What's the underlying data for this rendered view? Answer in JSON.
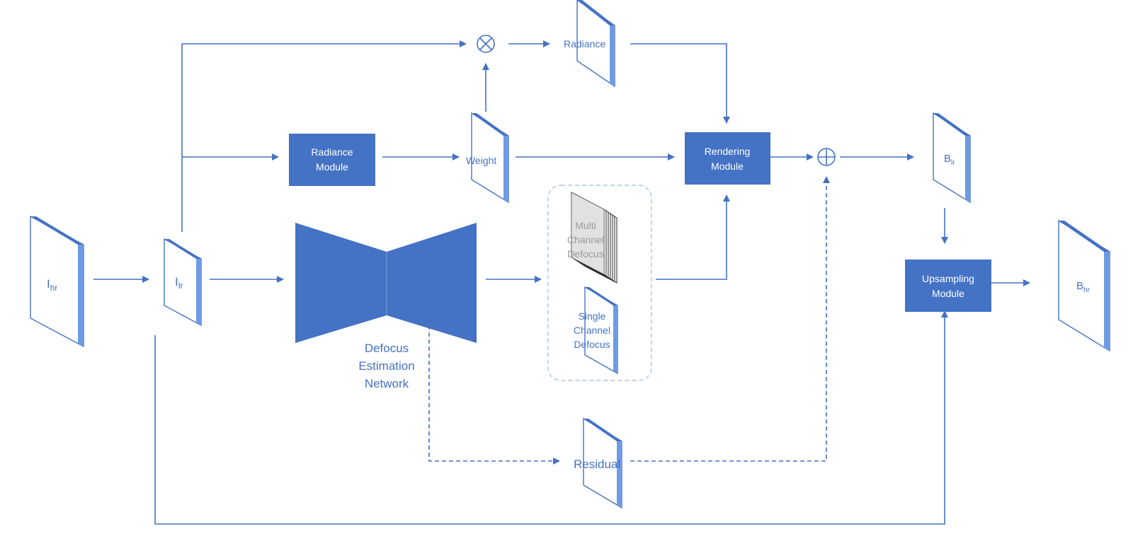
{
  "colors": {
    "accent": "#4472c4",
    "accent_side": "#6f9ae3",
    "dashed_border": "#a9c2ea",
    "stack_gray": "#9a9a9a"
  },
  "labels": {
    "i_hr_main": "I",
    "i_hr_sub": "hr",
    "i_lr_main": "I",
    "i_lr_sub": "lr",
    "radiance_top": "Radiance",
    "weight": "Weight",
    "radiance_module": [
      "Radiance",
      "Module"
    ],
    "rendering_module": [
      "Rendering",
      "Module"
    ],
    "upsampling_module": [
      "Upsampling",
      "Module"
    ],
    "b_lr_main": "B",
    "b_lr_sub": "lr",
    "b_hr_main": "B",
    "b_hr_sub": "hr",
    "defocus_network": [
      "Defocus",
      "Estimation",
      "Network"
    ],
    "multi_channel": [
      "Multi",
      "Channel",
      "Defocus"
    ],
    "single_channel": [
      "Single",
      "Channel",
      "Defocus"
    ],
    "residual": "Residual"
  },
  "operators": {
    "multiply": "multiply-operator",
    "add": "add-operator"
  }
}
